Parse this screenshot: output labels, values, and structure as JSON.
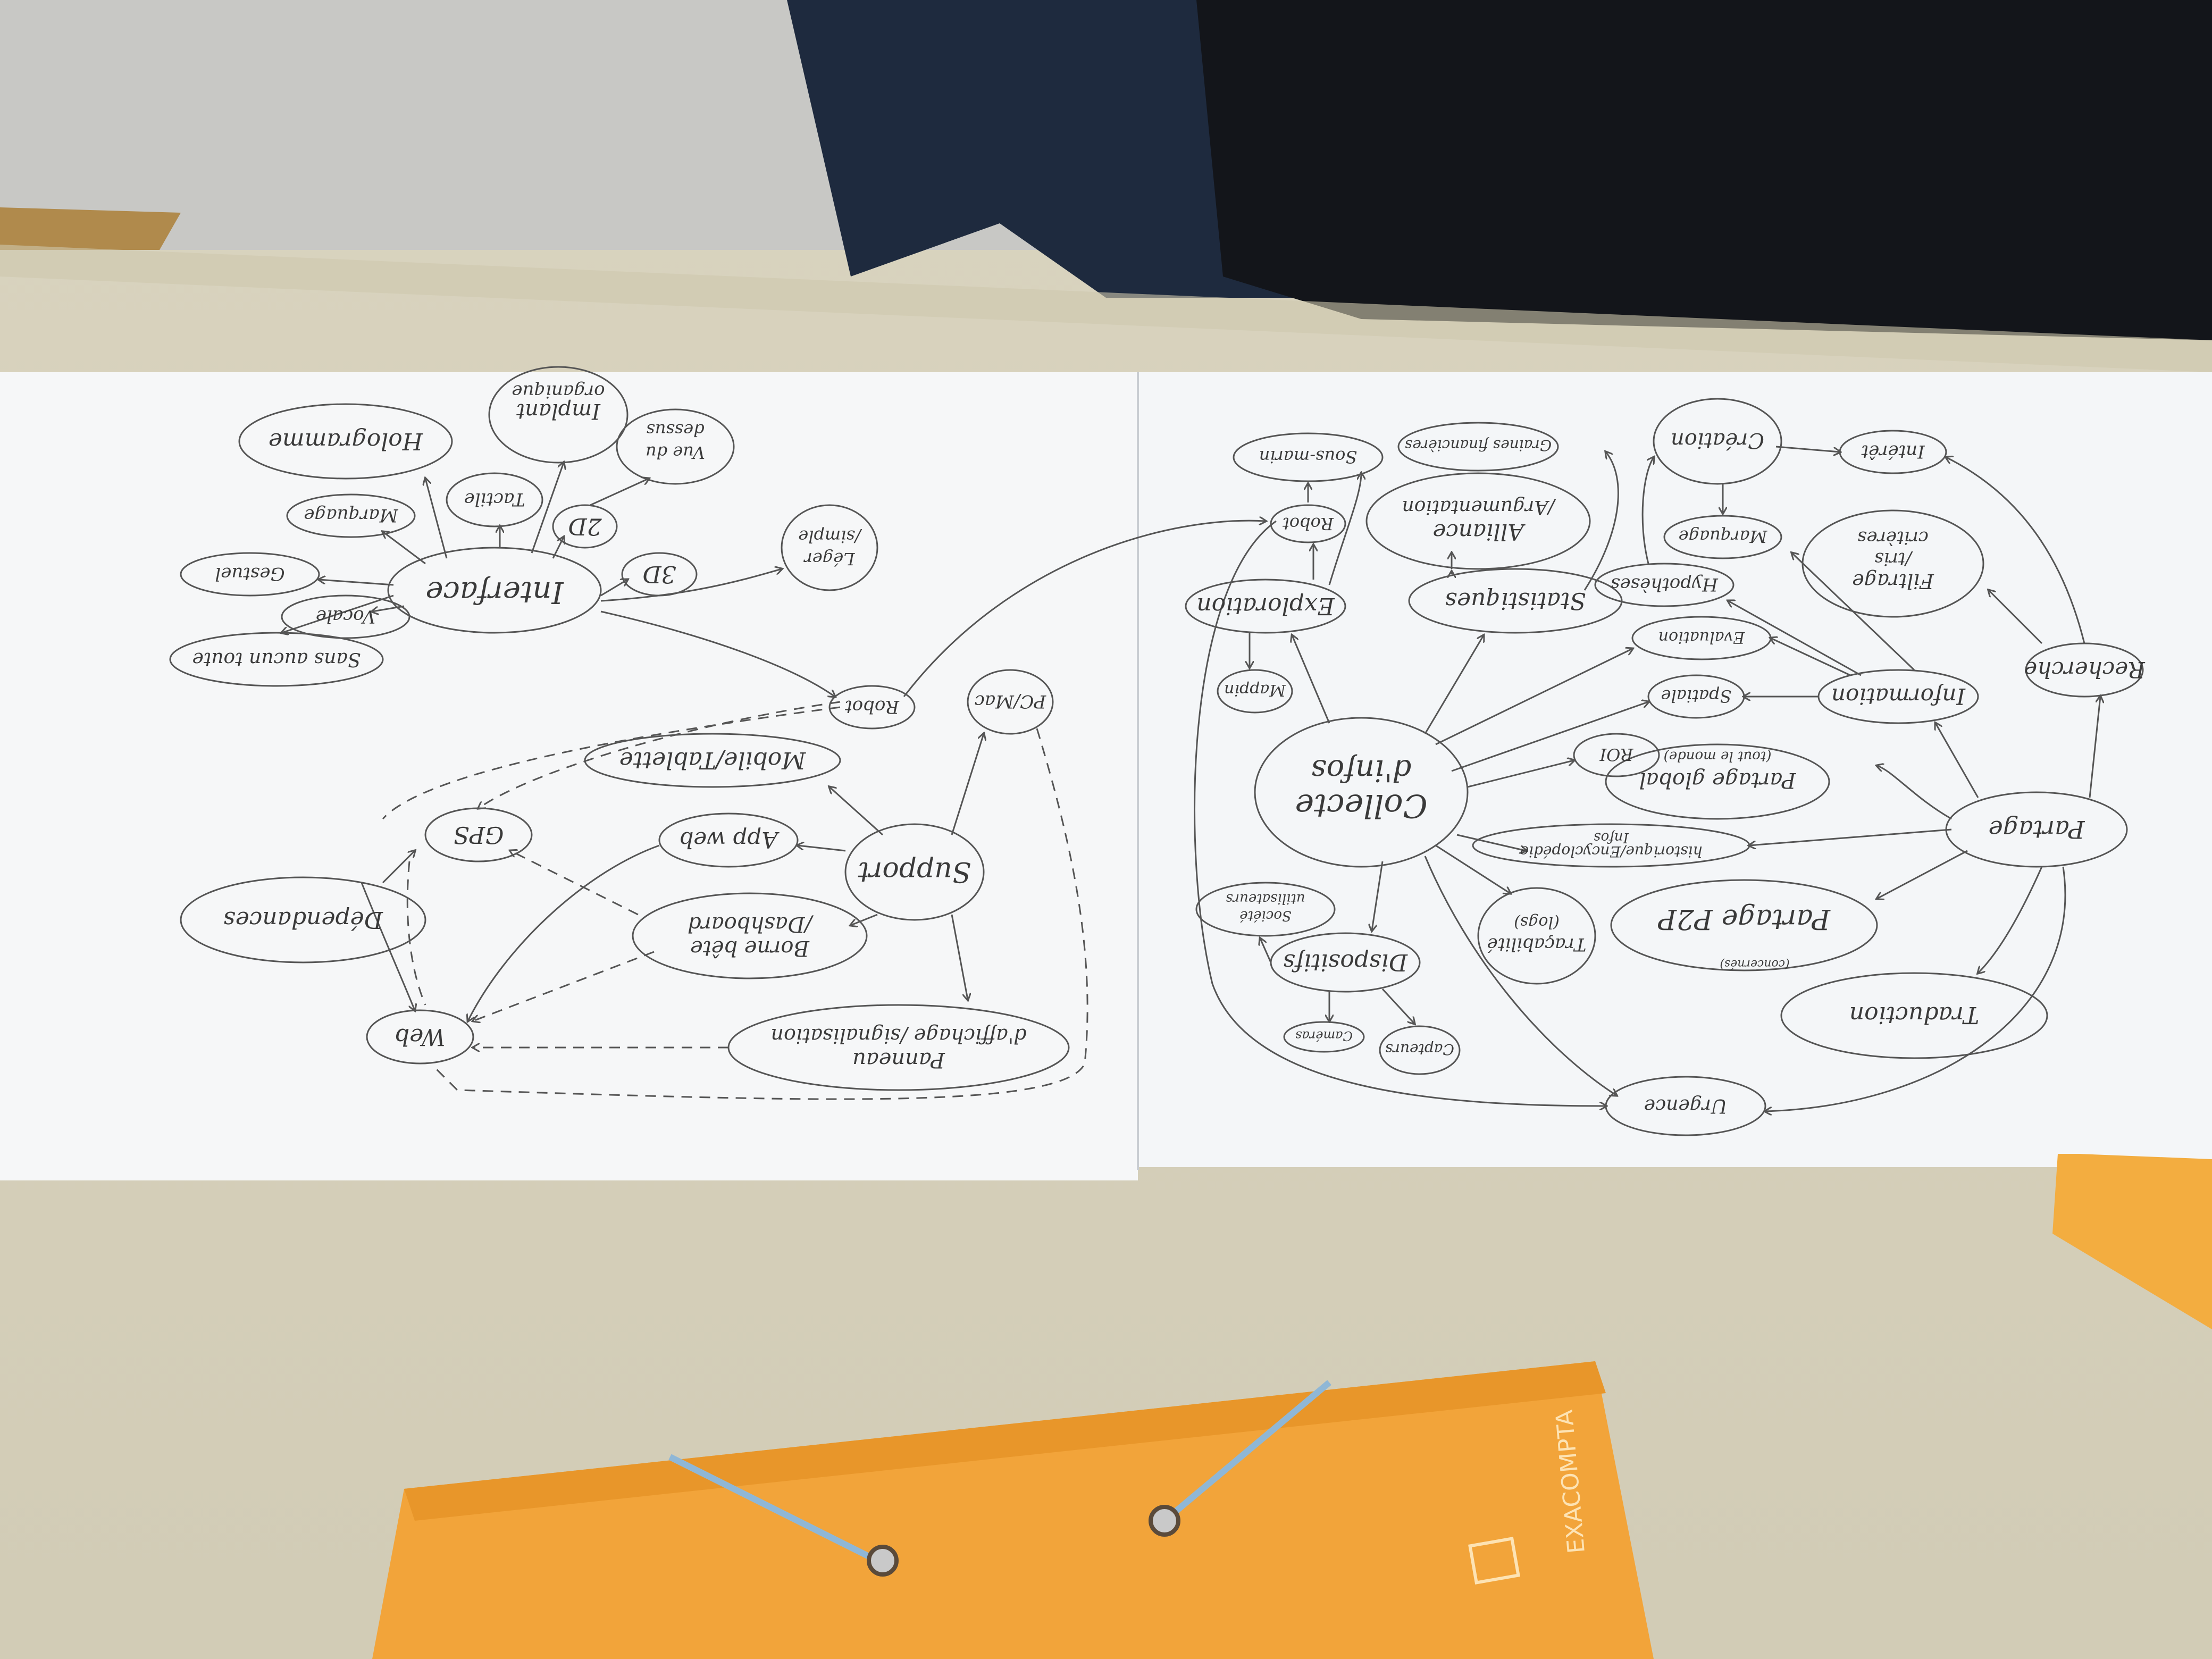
{
  "scene": {
    "colors": {
      "desk": "#d8d2bd",
      "floor": "#c9c9c6",
      "dark_clothing": "#15171c",
      "jeans": "#1f2a3d",
      "paper": "#f6f7f8",
      "ink": "#555555",
      "folder": "#f2a93a",
      "folder_elastic": "#8fb7d6"
    },
    "left_sheet": {
      "nodes": {
        "interface": "Interface",
        "sans_aucun_toute": "Sans aucun toute",
        "vocale": "Vocale",
        "gestuel": "Gestuel",
        "marquage": "Marquage",
        "tactile": "Tactile",
        "hologramme": "Hologramme",
        "implant": "Implant",
        "organique": "organique",
        "vue_du": "Vue du",
        "dessus": "dessus",
        "td_2d": "2D",
        "td_3d": "3D",
        "leger": "Léger",
        "simple": "/simple",
        "robot": "Robot",
        "pc_mac": "PC/Mac",
        "mobile": "Mobile/Tablette",
        "gps": "GPS",
        "app_web": "App web",
        "support": "Support",
        "dependances": "Dépendances",
        "borne_1": "Borne bête",
        "borne_2": "/Dashboard",
        "web": "Web",
        "panneau_1": "Panneau",
        "panneau_2": "d'affichage /signalisation"
      }
    },
    "right_sheet": {
      "nodes": {
        "sous_marin": "Sous-marin",
        "robot": "Robot",
        "exploration": "Exploration",
        "mappin": "Mappin",
        "graine": "Graines financières",
        "alliance_1": "Alliance",
        "alliance_2": "/Argumentation",
        "statistiques": "Statistiques",
        "creation": "Création",
        "interet": "Intérêt",
        "marquage": "Marquage",
        "hypotheses": "Hypothèses",
        "evaluation": "Evaluation",
        "filtrage_1": "Filtrage",
        "filtrage_2": "/tris",
        "filtrage_3": "critères",
        "recherche": "Recherche",
        "collecte_1": "Collecte",
        "collecte_2": "d'infos",
        "information": "Information",
        "spatiale": "Spatiale",
        "roi": "ROI",
        "partage_global": "Partage global",
        "partage_global_sub": "(tout le monde)",
        "partage": "Partage",
        "infos_hist_1": "Infos",
        "infos_hist_2": "historique/Encyclopédie",
        "partage_p2p": "Partage P2P",
        "partage_p2p_sub": "(concernés)",
        "societe": "Société",
        "utilisateurs": "utilisateurs",
        "tracabilite_1": "Traçabilité",
        "tracabilite_2": "(logs)",
        "dispositifs": "Dispositifs",
        "capteurs": "Capteurs",
        "cameras": "Caméras",
        "traduction": "Traduction",
        "urgence": "Urgence"
      }
    },
    "folder": {
      "brand": "EXACOMPTA"
    }
  }
}
